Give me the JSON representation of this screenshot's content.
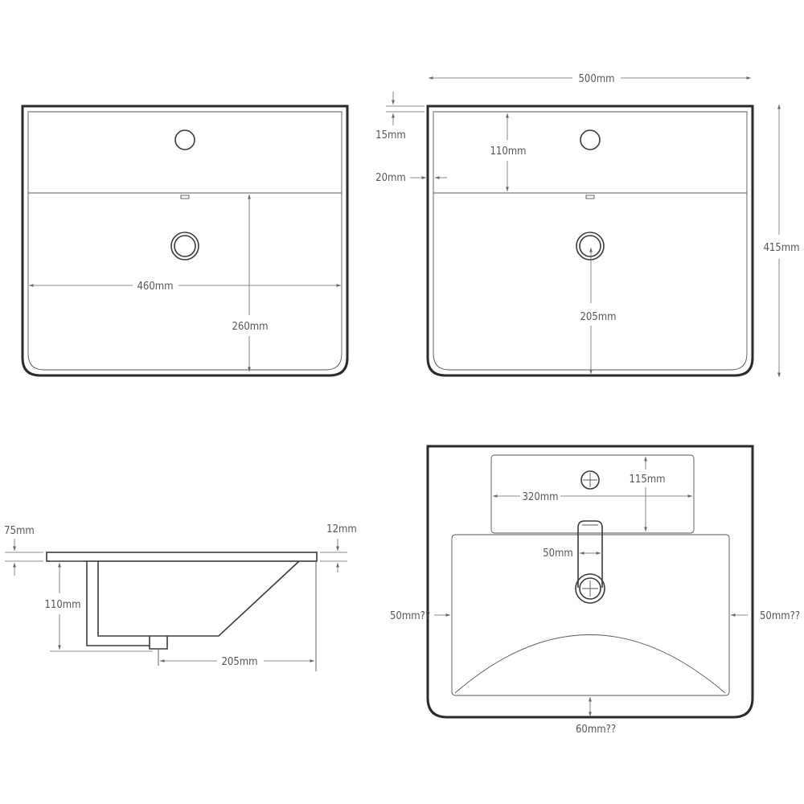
{
  "dimensions": {
    "front_width": "460mm",
    "front_depth": "260mm",
    "overall_width": "500mm",
    "rim_thickness": "15mm",
    "side_margin": "20mm",
    "deck_depth": "110mm",
    "drain_offset": "205mm",
    "overall_depth": "415mm",
    "side_top_height": "75mm",
    "side_rim": "12mm",
    "side_bowl_depth": "110mm",
    "side_drain_offset": "205mm",
    "plan_width": "320mm",
    "plan_height": "115mm",
    "overflow_width": "50mm",
    "plan_left_margin": "50mm??",
    "plan_right_margin": "50mm??",
    "plan_bottom_margin": "60mm??"
  }
}
